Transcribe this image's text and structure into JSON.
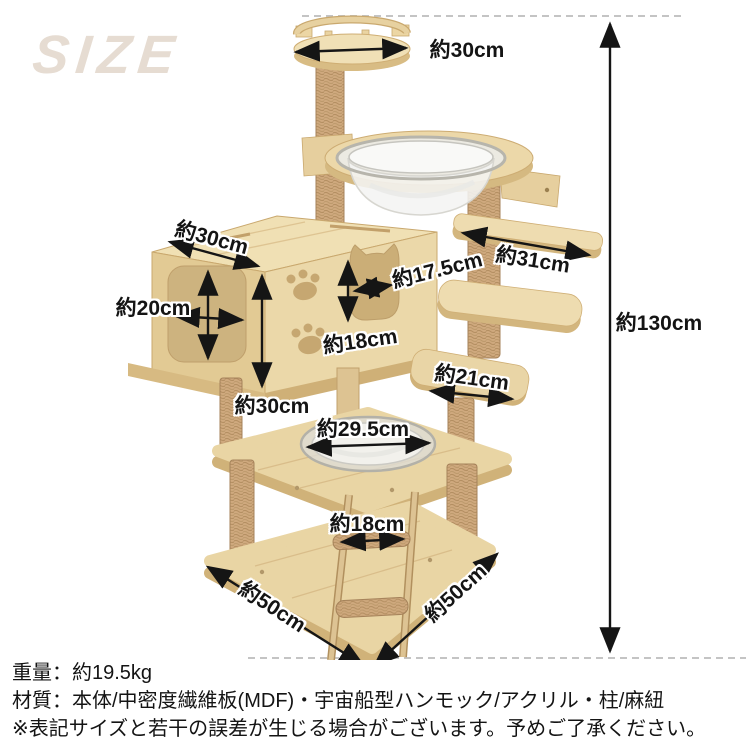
{
  "watermark": {
    "text": "SIZE"
  },
  "dimensions": {
    "top_platform_width": "約30cm",
    "house_top_depth": "約30cm",
    "house_side_hole": "約20cm",
    "cat_hole_width": "約17.5cm",
    "perch_width": "約31cm",
    "cat_hole_height": "約18cm",
    "house_height": "約30cm",
    "total_height": "約130cm",
    "step_width": "約21cm",
    "bowl_diameter": "約29.5cm",
    "ladder_width": "約18cm",
    "base_depth": "約50cm",
    "base_width": "約50cm"
  },
  "specs": {
    "weight": "重量：約19.5kg",
    "material": "材質：本体/中密度繊維板(MDF)・宇宙船型ハンモック/アクリル・柱/麻紐",
    "note": "※表記サイズと若干の誤差が生じる場合がございます。予めご了承ください。"
  },
  "colors": {
    "wood_light": "#f0e0b6",
    "wood_mid": "#e8d2a0",
    "wood_shadow": "#d0b279",
    "sisal": "#cfa97e",
    "arrow": "#151515",
    "watermark": "#e6dcd2"
  }
}
